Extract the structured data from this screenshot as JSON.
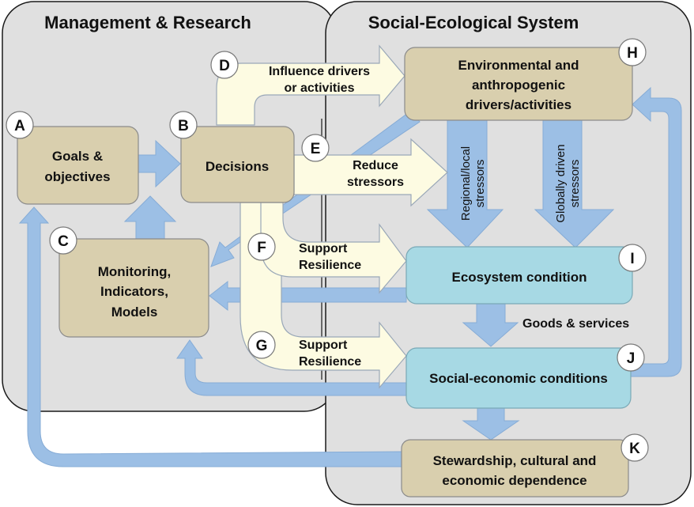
{
  "colors": {
    "panel_fill": "#e0e0e0",
    "panel_stroke": "#1a1a1a",
    "tan_box": "#d9cfae",
    "blue_box": "#a7d9e4",
    "blue_arrow": "#9cbfe5",
    "cream_arrow": "#fdfbe2",
    "badge_fill": "#ffffff"
  },
  "panels": {
    "left_title": "Management & Research",
    "right_title": "Social-Ecological System"
  },
  "boxes": {
    "goals": [
      "Goals &",
      "objectives"
    ],
    "decisions": [
      "Decisions"
    ],
    "monitoring": [
      "Monitoring,",
      "Indicators,",
      "Models"
    ],
    "drivers": [
      "Environmental and",
      "anthropogenic",
      "drivers/activities"
    ],
    "ecosystem": [
      "Ecosystem condition"
    ],
    "social": [
      "Social-economic conditions"
    ],
    "stewardship": [
      "Stewardship, cultural and",
      "economic dependence"
    ]
  },
  "arrow_labels": {
    "influence": [
      "Influence drivers",
      "or activities"
    ],
    "reduce": [
      "Reduce",
      "stressors"
    ],
    "support_f": [
      "Support",
      "Resilience"
    ],
    "support_g": [
      "Support",
      "Resilience"
    ],
    "regional": [
      "Regional/local",
      "stressors"
    ],
    "global": [
      "Globally driven",
      "stressors"
    ],
    "goods": "Goods & services"
  },
  "badges": {
    "A": "A",
    "B": "B",
    "C": "C",
    "D": "D",
    "E": "E",
    "F": "F",
    "G": "G",
    "H": "H",
    "I": "I",
    "J": "J",
    "K": "K"
  }
}
